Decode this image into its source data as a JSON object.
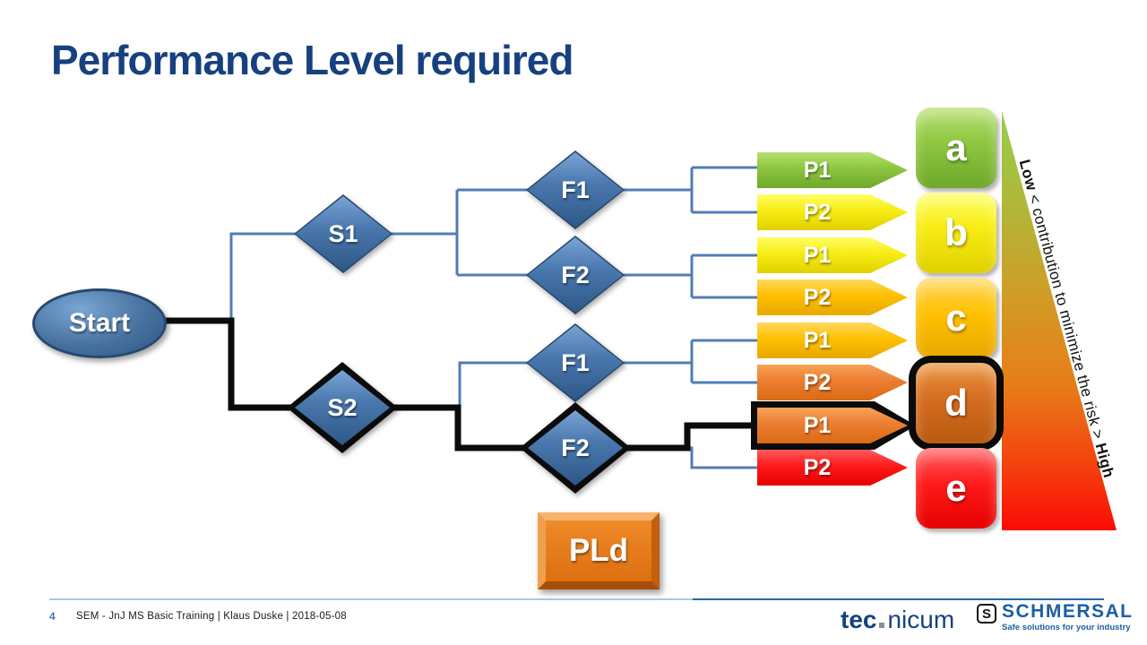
{
  "slide": {
    "title": "Performance Level required"
  },
  "diagram": {
    "start_label": "Start",
    "decisions": [
      {
        "label": "S1",
        "highlighted": false
      },
      {
        "label": "S2",
        "highlighted": true
      },
      {
        "label": "F1",
        "highlighted": false
      },
      {
        "label": "F2",
        "highlighted": false
      },
      {
        "label": "F1",
        "highlighted": false
      },
      {
        "label": "F2",
        "highlighted": true
      }
    ],
    "arrows": [
      {
        "label": "P1",
        "color": "#8DC63F",
        "highlighted": false
      },
      {
        "label": "P2",
        "color": "#F7EC13",
        "highlighted": false
      },
      {
        "label": "P1",
        "color": "#F7EC13",
        "highlighted": false
      },
      {
        "label": "P2",
        "color": "#FFC000",
        "highlighted": false
      },
      {
        "label": "P1",
        "color": "#FFC000",
        "highlighted": false
      },
      {
        "label": "P2",
        "color": "#ED7D31",
        "highlighted": false
      },
      {
        "label": "P1",
        "color": "#ED7D31",
        "highlighted": true
      },
      {
        "label": "P2",
        "color": "#FF1A1A",
        "highlighted": false
      }
    ],
    "levels": [
      {
        "label": "a",
        "color": "#8DC63F",
        "highlighted": false
      },
      {
        "label": "b",
        "color": "#F7EC13",
        "highlighted": false
      },
      {
        "label": "c",
        "color": "#FFC000",
        "highlighted": false
      },
      {
        "label": "d",
        "color": "#D2691E",
        "highlighted": true
      },
      {
        "label": "e",
        "color": "#FF1A1A",
        "highlighted": false
      }
    ],
    "result_label": "PLd",
    "risk_scale": {
      "low": "Low",
      "middle": " < contribution to minimize the risk > ",
      "high": "High",
      "gradient_top": "#8DC63F",
      "gradient_bottom": "#FF0000"
    },
    "line_colors": {
      "normal": "#517DB4",
      "highlighted": "#0B0B0B"
    }
  },
  "footer": {
    "page_number": "4",
    "text": "SEM - JnJ MS Basic Training  |  Klaus Duske  |  2018-05-08",
    "logo_tecnicum": {
      "part1": "tec",
      "part2": "nicum",
      "dot_color": "#8F8F8F"
    },
    "logo_schmersal": {
      "icon": "S",
      "name": "SCHMERSAL",
      "tagline": "Safe solutions for your industry",
      "brand_color": "#1B5FA5"
    }
  }
}
